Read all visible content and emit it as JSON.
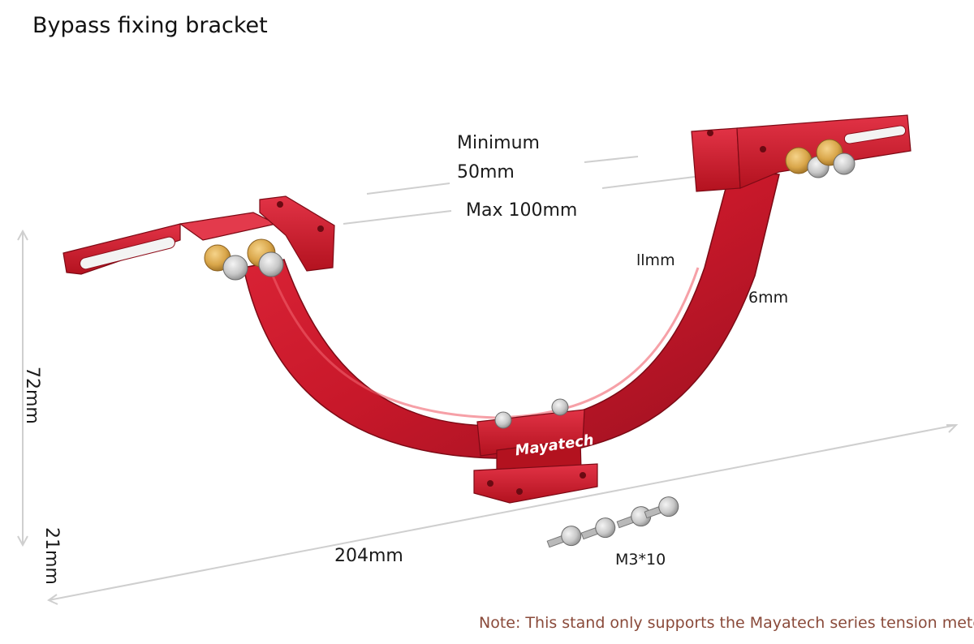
{
  "title": "Bypass fixing bracket",
  "dimensions": {
    "minimum_label": "Minimum",
    "minimum_value": "50mm",
    "maximum": "Max 100mm",
    "arm_width": "llmm",
    "arm_thickness": "6mm",
    "height_upper": "72mm",
    "height_lower": "21mm",
    "length": "204mm"
  },
  "screws_label": "M3*10",
  "brand": "Mayatech",
  "note": "Note: This stand only supports the Mayatech series tension meter",
  "colors": {
    "bracket_red": "#c8182a",
    "bracket_dark": "#8e0d1a",
    "brass": "#d9a64a",
    "steel": "#c8c8c8",
    "note_text": "#8a4a3a"
  }
}
